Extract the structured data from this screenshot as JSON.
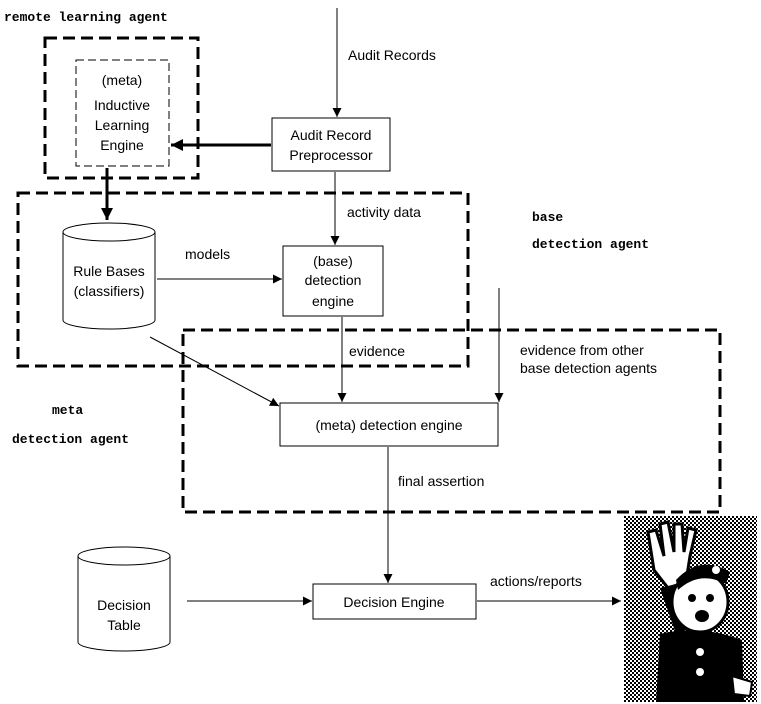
{
  "agent_labels": {
    "remote": "remote learning agent",
    "base_line1": "base",
    "base_line2": "detection agent",
    "meta_line1": "meta",
    "meta_line2": "detection agent"
  },
  "nodes": {
    "learning_engine": [
      "(meta)",
      "Inductive",
      "Learning",
      "Engine"
    ],
    "preprocessor": [
      "Audit Record",
      "Preprocessor"
    ],
    "rule_bases": [
      "Rule Bases",
      "(classifiers)"
    ],
    "base_engine": [
      "(base)",
      "detection",
      "engine"
    ],
    "meta_engine": "(meta) detection engine",
    "decision_table": [
      "Decision",
      "Table"
    ],
    "decision_engine": "Decision Engine"
  },
  "edge_labels": {
    "audit_records": "Audit Records",
    "activity_data": "activity data",
    "models": "models",
    "evidence": "evidence",
    "evidence_other_1": "evidence from other",
    "evidence_other_2": "base detection agents",
    "final_assertion": "final assertion",
    "actions_reports": "actions/reports"
  },
  "icons": {
    "police_image": "police-officer-stop-icon"
  }
}
